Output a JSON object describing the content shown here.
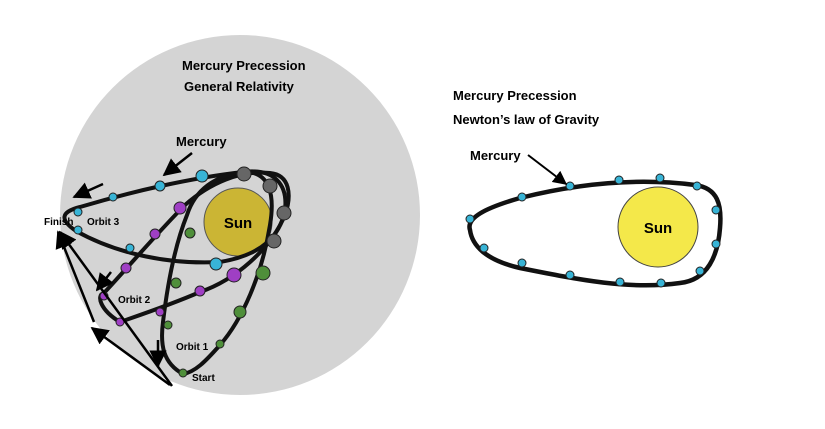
{
  "left": {
    "title_line1": "Mercury Precession",
    "title_line2": "General Relativity",
    "mercury_label": "Mercury",
    "sun_label": "Sun",
    "finish_label": "Finish",
    "start_label": "Start",
    "orbit1_label": "Orbit 1",
    "orbit2_label": "Orbit 2",
    "orbit3_label": "Orbit 3"
  },
  "right": {
    "title_line1": "Mercury Precession",
    "title_line2": "Newton’s law of Gravity",
    "mercury_label": "Mercury",
    "sun_label": "Sun"
  },
  "colors": {
    "background_disc": "#d4d4d4",
    "sun_left": "#cbb534",
    "sun_right": "#f4e84a",
    "orbit1_dots": "#4f8f3a",
    "orbit2_dots": "#9f3fc4",
    "orbit3_dots": "#38b4d6",
    "grey_dots": "#666666"
  }
}
